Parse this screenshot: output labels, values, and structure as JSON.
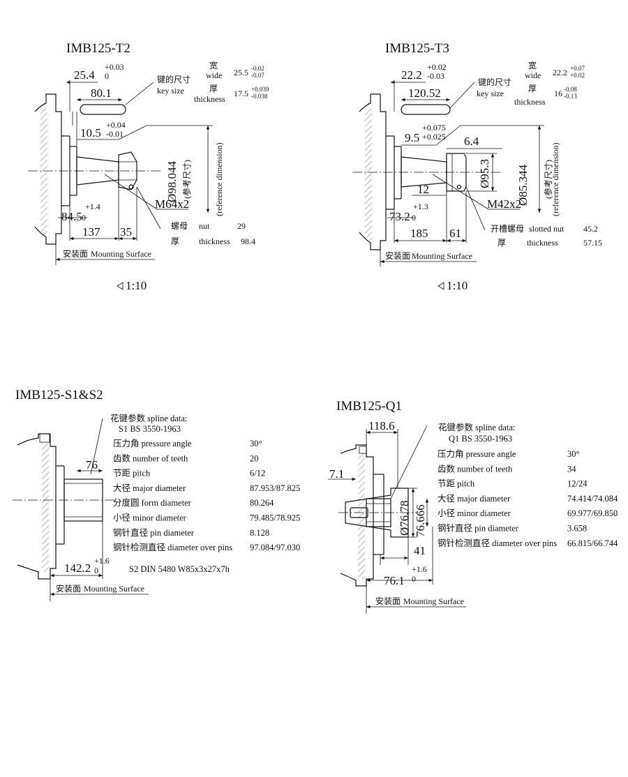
{
  "t2": {
    "title": "IMB125-T2",
    "key_dim_main": "25.4",
    "key_dim_tol_up": "+0.03",
    "key_dim_tol_low": "0",
    "key_length": "80.1",
    "key_size_cn": "键的尺寸",
    "key_size_en": "key size",
    "wide_cn": "宽",
    "wide_en": "wide",
    "wide_main": "25.5",
    "wide_tol_up": "-0.02",
    "wide_tol_low": "-0.07",
    "thick_cn": "厚",
    "thick_en": "thickness",
    "thick_main": "17.5",
    "thick_tol_up": "+0.039",
    "thick_tol_low": "-0.038",
    "taper_main": "10.5",
    "taper_tol_up": "+0.04",
    "taper_tol_low": "-0.01",
    "diameter": "Ø98.044",
    "ref_cn": "(参考尺寸)",
    "ref_en": "(reference dimension)",
    "thread": "M64x2",
    "shoulder_main": "84.5",
    "shoulder_tol_up": "+1.4",
    "shoulder_tol_low": "0",
    "len_a": "137",
    "len_b": "35",
    "nut_cn": "螺母",
    "nut_en": "nut",
    "nut_val": "29",
    "nut_thick_cn": "厚",
    "nut_thick_en": "thickness",
    "nut_thick_val": "98.4",
    "mount_cn": "安装面",
    "mount_en": "Mounting Surface",
    "taper_ratio": "1:10"
  },
  "t3": {
    "title": "IMB125-T3",
    "key_dim_main": "22.2",
    "key_dim_tol_up": "+0.02",
    "key_dim_tol_low": "-0.03",
    "key_length": "120.52",
    "key_size_cn": "键的尺寸",
    "key_size_en": "key size",
    "wide_cn": "宽",
    "wide_en": "wide",
    "wide_main": "22.2",
    "wide_tol_up": "+0.07",
    "wide_tol_low": "+0.02",
    "thick_cn": "厚",
    "thick_en": "thickness",
    "thick_main": "16",
    "thick_tol_up": "-0.08",
    "thick_tol_low": "-0.13",
    "taper_main": "9.5",
    "taper_tol_up": "+0.075",
    "taper_tol_low": "+0.025",
    "end_len": "6.4",
    "end_dia": "Ø95.3",
    "diameter": "Ø85.344",
    "ref_cn": "(参考尺寸)",
    "ref_en": "(reference dimension)",
    "mid_len": "12",
    "thread": "M42x2",
    "shoulder_main": "73.2",
    "shoulder_tol_up": "+1.3",
    "shoulder_tol_low": "0",
    "len_a": "185",
    "len_b": "61",
    "nut_cn": "开槽螺母",
    "nut_en": "slotted nut",
    "nut_val": "45.2",
    "nut_thick_cn": "厚",
    "nut_thick_en": "thickness",
    "nut_thick_val": "57.15",
    "mount_cn": "安装面",
    "mount_en": "Mounting Surface",
    "taper_ratio": "1:10"
  },
  "s1": {
    "title": "IMB125-S1&S2",
    "spline_len": "76",
    "spline_header": "花键参数 spline data:",
    "standard": "S1 BS 3550-1963",
    "rows": [
      {
        "label": "压力角 pressure angle",
        "value": "30°"
      },
      {
        "label": "齿数   number of teeth",
        "value": "20"
      },
      {
        "label": "节距   pitch",
        "value": "6/12"
      },
      {
        "label": "大径 major diameter",
        "value": "87.953/87.825"
      },
      {
        "label": "分度圆 form diameter",
        "value": "80.264"
      },
      {
        "label": "小径 minor diameter",
        "value": "79.485/78.925"
      },
      {
        "label": "钢针直径 pin diameter",
        "value": "8.128"
      },
      {
        "label": "钢针检测直径 diameter over pins",
        "value": "97.084/97.030"
      }
    ],
    "s2_note": "S2 DIN 5480 W85x3x27x7h",
    "len_main": "142.2",
    "len_tol_up": "+1.6",
    "len_tol_low": "0",
    "mount_cn": "安装面",
    "mount_en": "Mounting Surface"
  },
  "q1": {
    "title": "IMB125-Q1",
    "top_len": "118.6",
    "side_len": "7.1",
    "dia1": "Ø76.78",
    "dia2": "76.666",
    "len_41": "41",
    "len_main": "76.1",
    "len_tol_up": "+1.6",
    "len_tol_low": "0",
    "spline_header": "花键参数 spline data:",
    "standard": "Q1 BS 3550-1963",
    "rows": [
      {
        "label": "压力角 pressure angle",
        "value": "30°"
      },
      {
        "label": "齿数 number of teeth",
        "value": "34"
      },
      {
        "label": "节距 pitch",
        "value": "12/24"
      },
      {
        "label": "大径 major diameter",
        "value": "74.414/74.084"
      },
      {
        "label": "小径 minor diameter",
        "value": "69.977/69.850"
      },
      {
        "label": "钢针直径 pin diameter",
        "value": "3.658"
      },
      {
        "label": "钢针检测直径 diameter over pins",
        "value": "66.815/66.744"
      }
    ],
    "mount_cn": "安装面",
    "mount_en": "Mounting Surface"
  }
}
